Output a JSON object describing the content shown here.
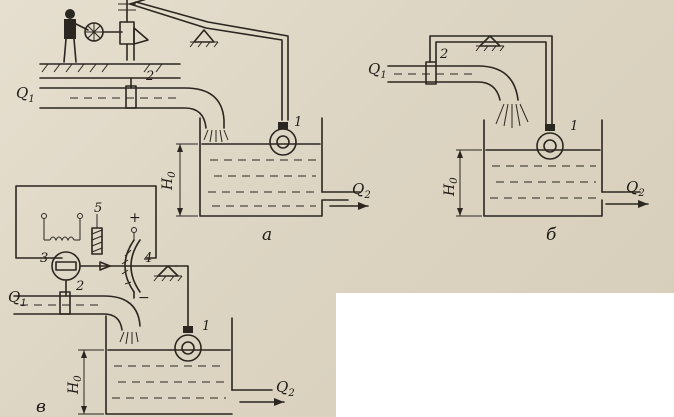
{
  "schemes": {
    "a": {
      "label": "а",
      "inflow": "Q",
      "inflow_sub": "1",
      "outflow": "Q",
      "outflow_sub": "2",
      "level": "H",
      "level_sub": "0",
      "sensor": "1",
      "valve": "2"
    },
    "b": {
      "label": "б",
      "inflow": "Q",
      "inflow_sub": "1",
      "outflow": "Q",
      "outflow_sub": "2",
      "level": "H",
      "level_sub": "0",
      "sensor": "1",
      "valve": "2"
    },
    "c": {
      "label": "в",
      "inflow": "Q",
      "inflow_sub": "1",
      "outflow": "Q",
      "outflow_sub": "2",
      "level": "H",
      "level_sub": "0",
      "sensor": "1",
      "valve": "2",
      "motor": "3",
      "rheostat": "4",
      "coil": "5",
      "plus": "+",
      "minus": "−"
    }
  }
}
